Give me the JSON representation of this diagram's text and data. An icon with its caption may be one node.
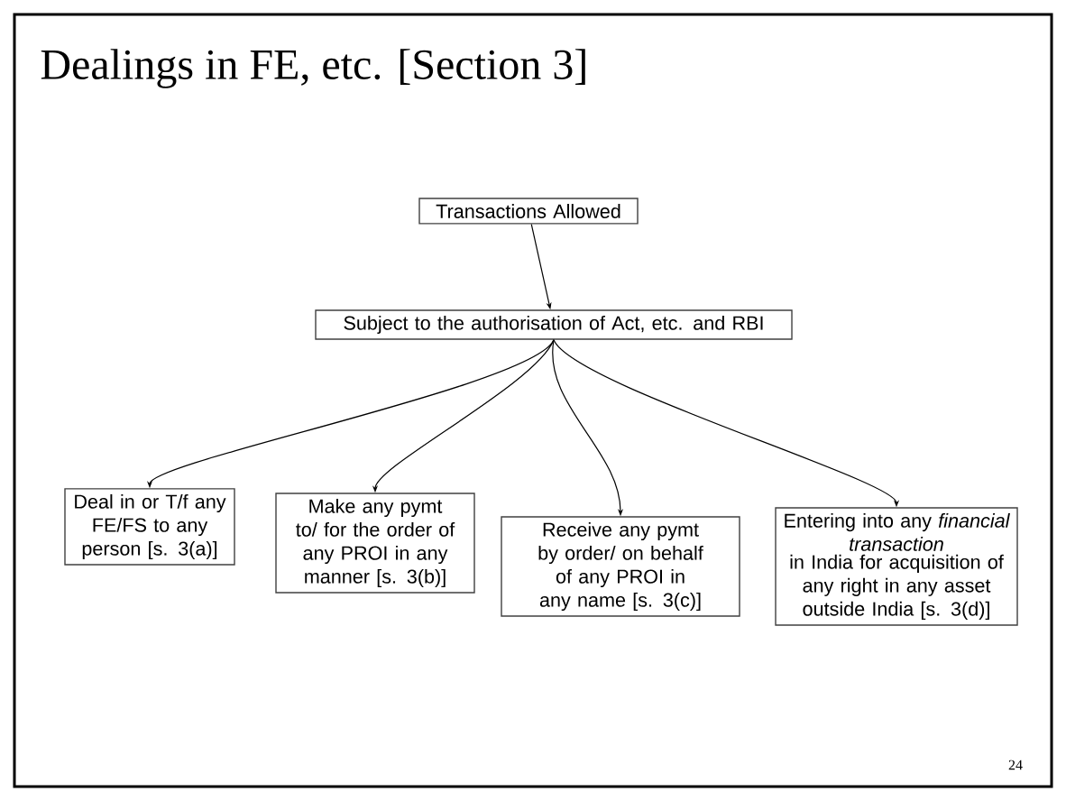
{
  "diagram": {
    "title": "Dealings in FE, etc. [Section 3]",
    "nodes": [
      {
        "text": [
          "Transactions Allowed"
        ]
      },
      {
        "text": [
          "Subject to the authorisation of Act, etc. and RBI"
        ]
      },
      {
        "text": [
          "Deal in or T/f any FE/FS to any person [s. 3(a)]"
        ]
      },
      {
        "text": [
          "Make any pymt to/ for the order of any PROI in any manner [s. 3(b)]"
        ]
      },
      {
        "text": [
          "Receive any pymt by order/ on behalf of any PROI in any name [s. 3(c)]"
        ]
      },
      {
        "text": [
          "Entering into any *financial transaction*",
          "in India for acquisition of any right in any asset outside India [s. 3(d)]"
        ]
      }
    ],
    "edges": [
      {
        "from": 0,
        "to": 1,
        "arrow": "to"
      },
      {
        "from": 1,
        "to": 2,
        "arrow": "to"
      },
      {
        "from": 1,
        "to": 3,
        "arrow": "to"
      },
      {
        "from": 1,
        "to": 4,
        "arrow": "to"
      },
      {
        "from": 1,
        "to": 5,
        "arrow": "to"
      }
    ],
    "labels": [
      "24"
    ]
  }
}
